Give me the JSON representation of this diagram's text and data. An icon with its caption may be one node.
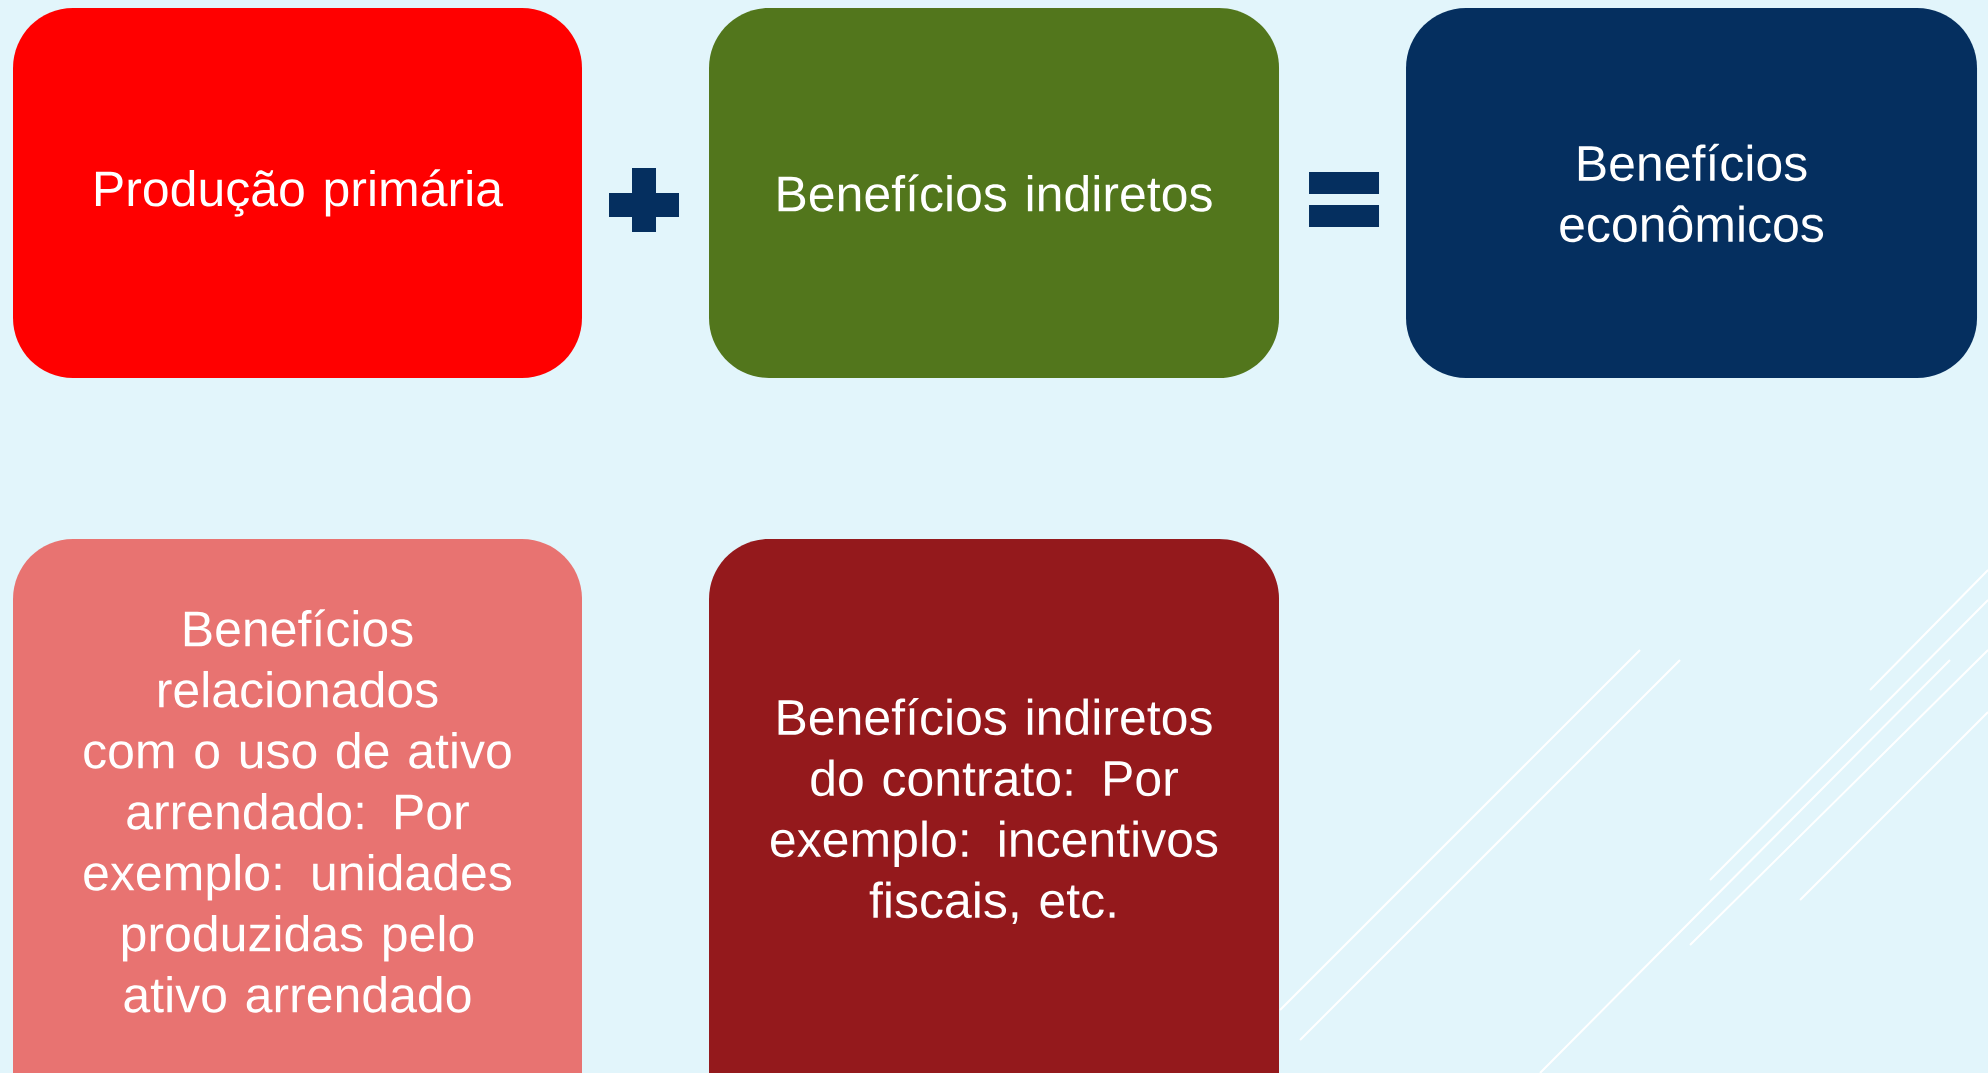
{
  "diagram": {
    "nodes": [
      {
        "text": [
          "Produção primária"
        ]
      },
      {
        "text": [
          "Benefícios indiretos"
        ]
      },
      {
        "text": [
          "Benefícios econômicos"
        ]
      },
      {
        "text": [
          "Benefícios relacionados com o uso de ativo arrendado: Por exemplo: unidades produzidas pelo ativo arrendado"
        ]
      },
      {
        "text": [
          "Benefícios indiretos do contrato: Por exemplo: incentivos fiscais, etc."
        ]
      }
    ]
  }
}
